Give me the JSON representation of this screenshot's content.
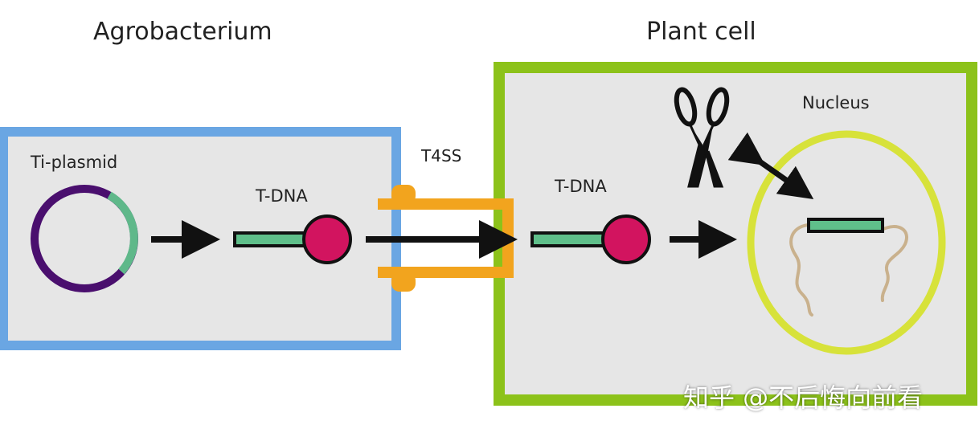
{
  "labels": {
    "agrobacterium": "Agrobacterium",
    "plant_cell": "Plant cell",
    "ti_plasmid": "Ti-plasmid",
    "t_dna_left": "T-DNA",
    "t4ss": "T4SS",
    "t_dna_right": "T-DNA",
    "nucleus": "Nucleus"
  },
  "watermark": "知乎 @不后悔向前看",
  "colors": {
    "agrobacterium_border": "#6aa6e3",
    "plant_cell_border": "#8cc21a",
    "cell_fill": "#e6e6e6",
    "nucleus_border": "#d7e23a",
    "plasmid_purple": "#4a0f6e",
    "plasmid_green": "#5fb88a",
    "t_dna_green": "#5fbf8a",
    "protein_magenta": "#d2145f",
    "t4ss_orange": "#f2a41e",
    "chromosome": "#c9b18d",
    "arrow": "#111111"
  },
  "icons": [
    "scissors-icon",
    "double-arrow-icon"
  ]
}
